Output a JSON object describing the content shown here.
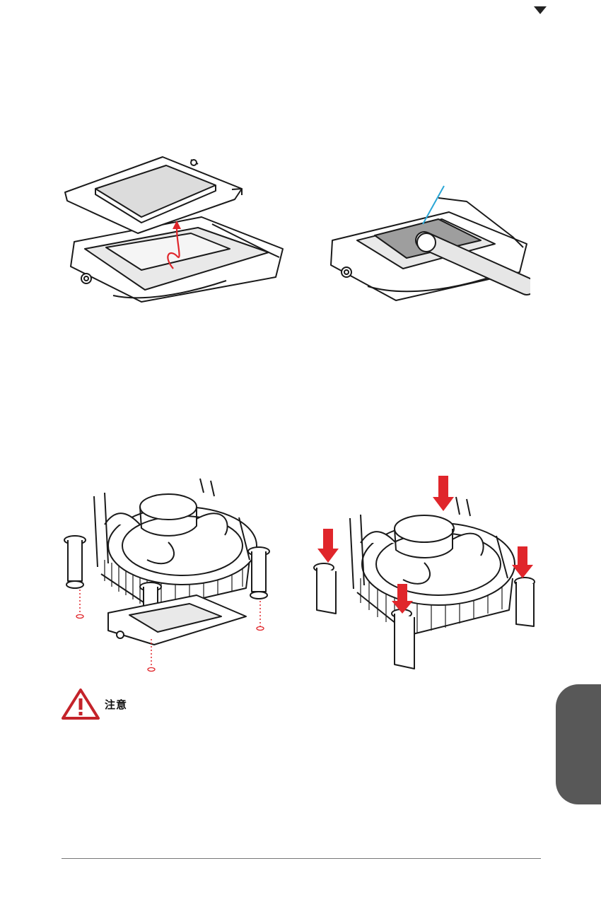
{
  "header": {
    "marker": "page-top-triangle-marker"
  },
  "figures": [
    {
      "id": "socket-open",
      "icon": "cpu-socket-lid-open-illustration"
    },
    {
      "id": "paste",
      "icon": "thermal-paste-application-illustration"
    },
    {
      "id": "cooler-align",
      "icon": "cooler-pins-align-illustration"
    },
    {
      "id": "cooler-press",
      "icon": "cooler-press-down-illustration"
    }
  ],
  "warning": {
    "icon": "warning-triangle-icon",
    "label": "注意"
  },
  "colors": {
    "accent_red": "#e0262b",
    "warning_red": "#c4232a",
    "paste_blue": "#2aa6d6",
    "side_tab": "#585858",
    "line": "#1a1a1a"
  }
}
